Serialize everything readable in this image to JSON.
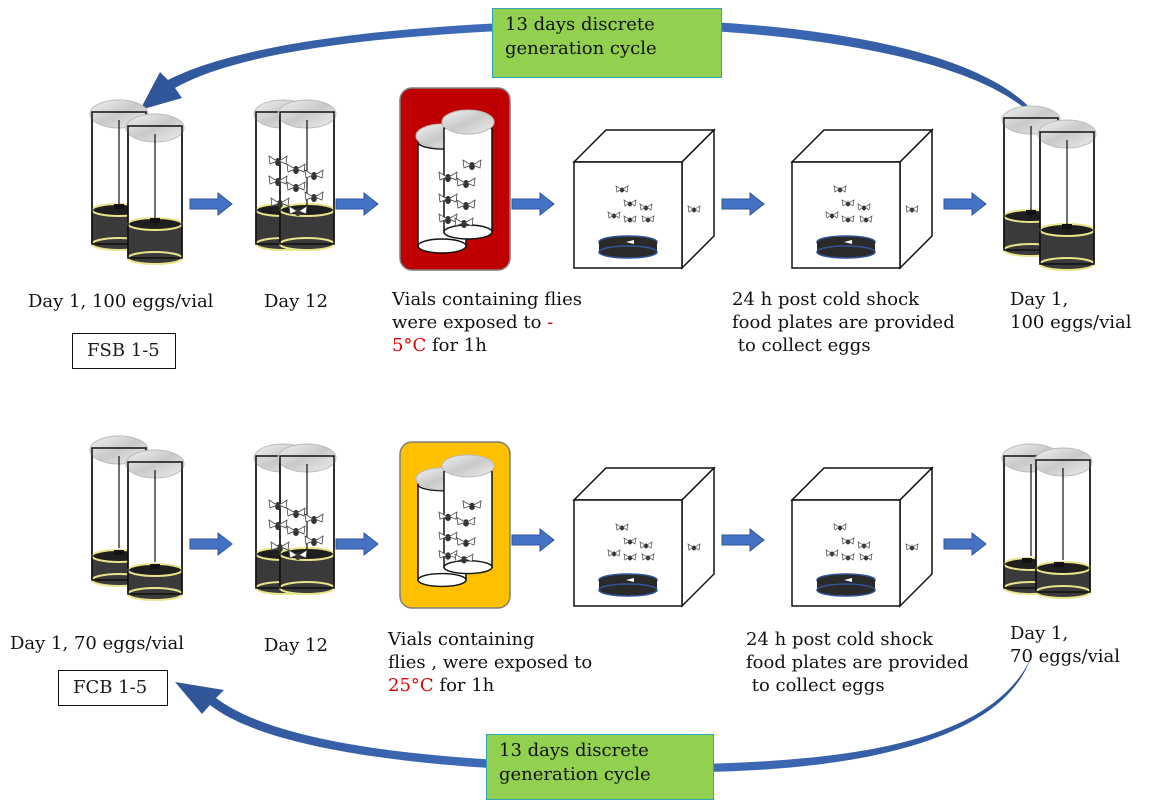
{
  "top_row": {
    "cycle_label_1": "13 days  discrete",
    "cycle_label_2": "generation cycle",
    "day1_label": "Day  1, 100 eggs/vial",
    "population_label": "FSB 1-5",
    "day12_label": "Day 12",
    "exposure_line1": "Vials containing flies",
    "exposure_line2_a": "were exposed to ",
    "exposure_line2_b": "-",
    "exposure_line3_a": "5°C",
    "exposure_line3_b": " for 1h",
    "post_line1": "24 h post cold shock",
    "post_line2": "food plates are provided",
    "post_line3": " to collect eggs",
    "end_line1": "Day  1,",
    "end_line2": "100 eggs/vial",
    "chamber_color": "#c00000"
  },
  "bottom_row": {
    "cycle_label_1": "13 days  discrete",
    "cycle_label_2": "generation cycle",
    "day1_label": "Day  1,  70 eggs/vial",
    "population_label": "FCB 1-5",
    "day12_label": "Day 12",
    "exposure_line1": "Vials containing",
    "exposure_line2": "flies , were exposed to",
    "exposure_line3_a": "25°C",
    "exposure_line3_b": " for 1h",
    "post_line1": "24 h post cold shock",
    "post_line2": "food plates are provided",
    "post_line3": " to collect eggs",
    "end_line1": "Day  1,",
    "end_line2": "70 eggs/vial",
    "chamber_color": "#ffc000"
  },
  "colors": {
    "arrow": "#4472c4",
    "cycle_box": "#92d050",
    "highlight_text": "#e00000"
  },
  "icons": [
    "vial-pair-icon",
    "fly-icon",
    "cage-icon",
    "food-plate-icon",
    "process-arrow-icon",
    "cycle-arrow-icon"
  ]
}
